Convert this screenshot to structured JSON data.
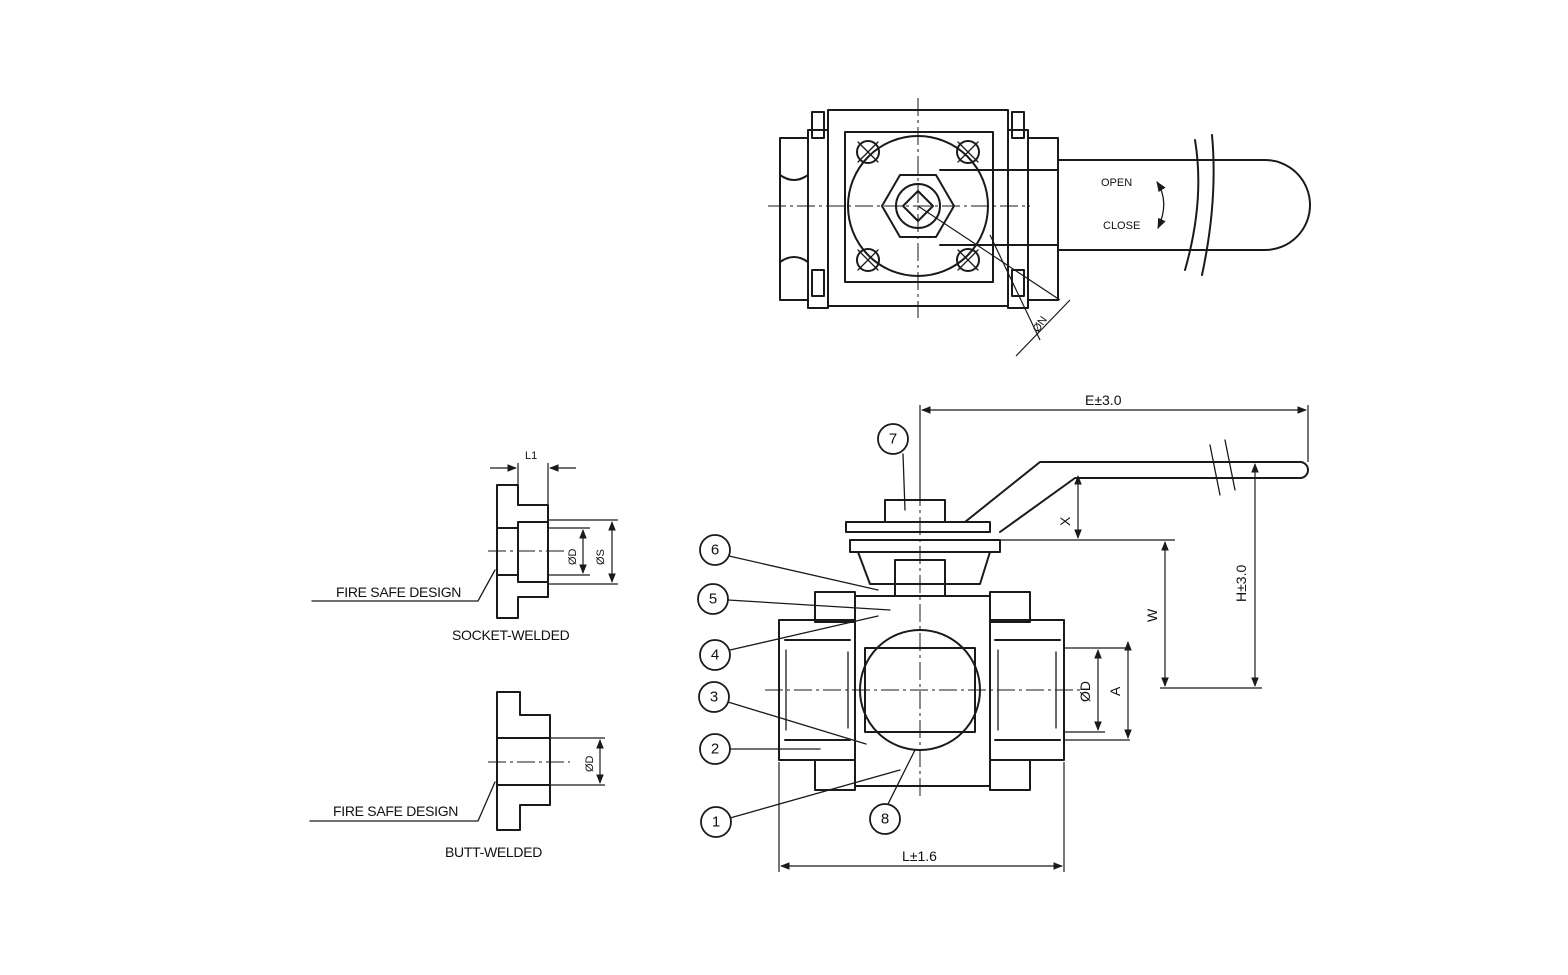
{
  "top_view": {
    "handle_open_label": "OPEN",
    "handle_close_label": "CLOSE",
    "dim_n": "ØN"
  },
  "front_view": {
    "dims": {
      "e": "E±3.0",
      "h": "H±3.0",
      "x": "X",
      "w": "W",
      "d": "ØD",
      "a": "A",
      "l": "L±1.6"
    },
    "balloons": [
      "1",
      "2",
      "3",
      "4",
      "5",
      "6",
      "7",
      "8"
    ]
  },
  "socket_welded": {
    "caption": "SOCKET-WELDED",
    "fire_safe": "FIRE SAFE DESIGN",
    "dim_l1": "L1",
    "dim_d": "ØD",
    "dim_s": "ØS"
  },
  "butt_welded": {
    "caption": "BUTT-WELDED",
    "fire_safe": "FIRE SAFE DESIGN",
    "dim_d": "ØD"
  }
}
